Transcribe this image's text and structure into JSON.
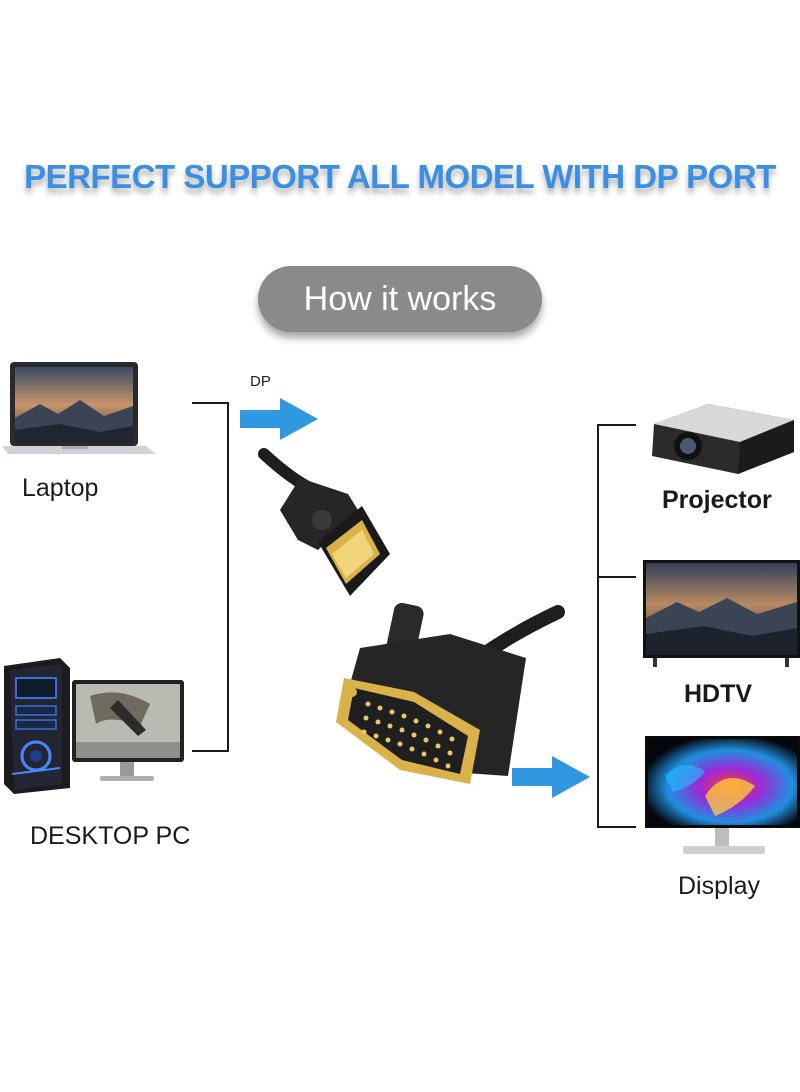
{
  "headline": "PERFECT SUPPORT ALL MODEL WITH  DP  PORT",
  "pill_label": "How it  works",
  "connector_label": "DP",
  "sources": [
    {
      "label": "Laptop",
      "icon": "laptop-icon"
    },
    {
      "label": "DESKTOP PC",
      "icon": "desktop-pc-icon"
    }
  ],
  "outputs": [
    {
      "label": "Projector",
      "icon": "projector-icon"
    },
    {
      "label": "HDTV",
      "icon": "hdtv-icon"
    },
    {
      "label": "Display",
      "icon": "monitor-icon"
    }
  ],
  "cable": {
    "ends": [
      "displayport-plug-icon",
      "dvi-plug-icon"
    ]
  },
  "colors": {
    "headline": "#3a8fe4",
    "arrow": "#2f98e0",
    "pill": "#8a8a8a",
    "cable": "#1e1e1e",
    "gold": "#d9b24a"
  }
}
